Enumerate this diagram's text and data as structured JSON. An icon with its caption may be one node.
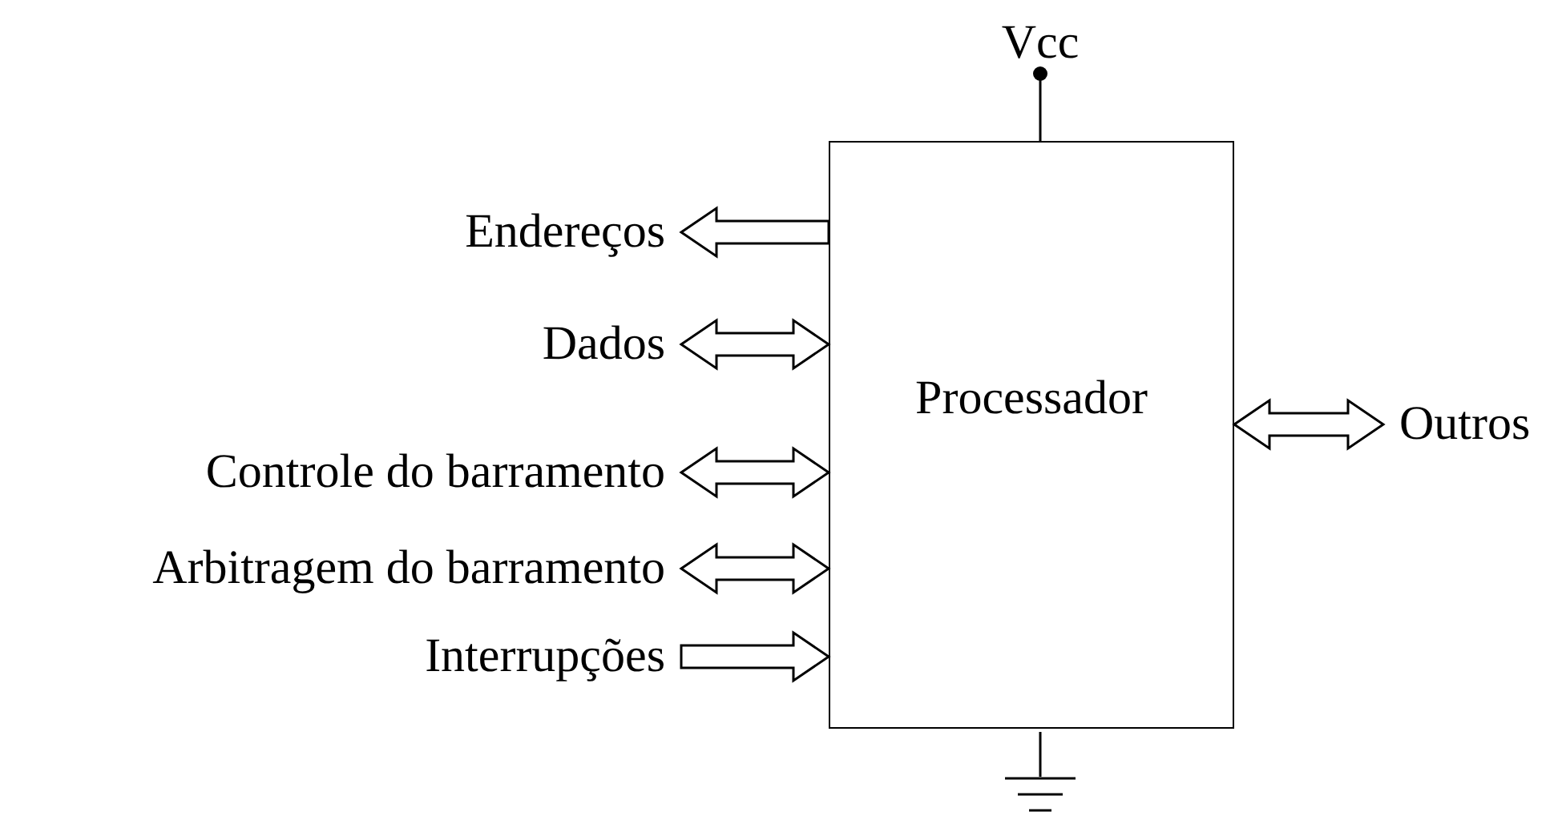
{
  "diagram": {
    "nodes": [
      {
        "text": [
          "Vcc"
        ]
      },
      {
        "text": [
          "Processador"
        ]
      },
      {
        "text": [
          "Endereços"
        ]
      },
      {
        "text": [
          "Dados"
        ]
      },
      {
        "text": [
          "Controle do barramento"
        ]
      },
      {
        "text": [
          "Arbitragem do barramento"
        ]
      },
      {
        "text": [
          "Interrupções"
        ]
      },
      {
        "text": [
          "Outros"
        ]
      },
      {
        "text": [],
        "shape": "ground"
      }
    ],
    "edges": [
      {
        "from": 0,
        "to": 1,
        "arrow": "other"
      },
      {
        "from": 1,
        "to": 2,
        "arrow": "to"
      },
      {
        "from": 3,
        "to": 1,
        "arrow": "both"
      },
      {
        "from": 4,
        "to": 1,
        "arrow": "both"
      },
      {
        "from": 5,
        "to": 1,
        "arrow": "both"
      },
      {
        "from": 6,
        "to": 1,
        "arrow": "to"
      },
      {
        "from": 1,
        "to": 7,
        "arrow": "both"
      },
      {
        "from": 1,
        "to": 8,
        "arrow": "none"
      }
    ]
  }
}
